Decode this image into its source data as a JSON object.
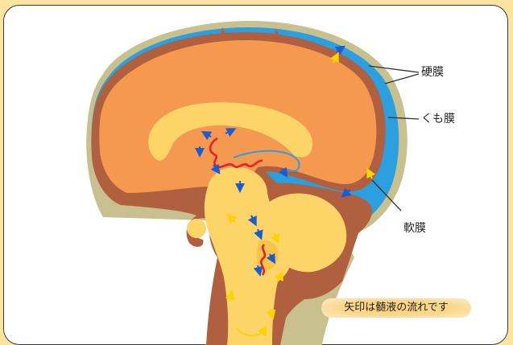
{
  "labels": {
    "dura_mater": "硬膜",
    "arachnoid": "くも膜",
    "pia_mater": "軟膜"
  },
  "caption": "矢印は髄液の流れです",
  "colors": {
    "background": "#fbe3a0",
    "csf_blue": "#2b9fe0",
    "dura": "#c8c08e",
    "brain_surface": "#b05f3f",
    "cortex": "#f4994f",
    "white_matter": "#fdd468",
    "choroid_plexus": "#e8202a",
    "arrow_blue": "#1d5bd1",
    "arrow_yellow": "#fbd400"
  }
}
